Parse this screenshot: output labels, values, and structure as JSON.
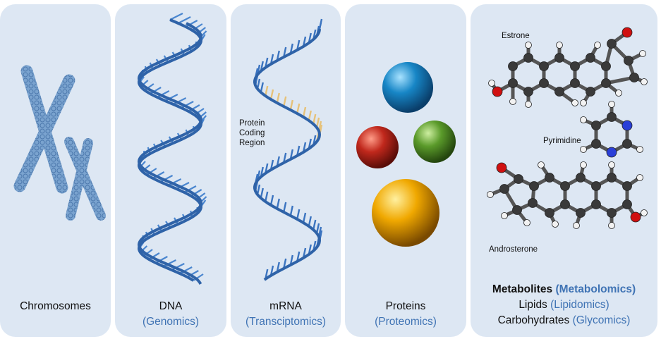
{
  "panels": {
    "chromosomes": {
      "title": "Chromosomes"
    },
    "dna": {
      "title": "DNA",
      "subtitle": "(Genomics)"
    },
    "mrna": {
      "title": "mRNA",
      "subtitle": "(Transciptomics)",
      "annotation_lines": [
        "Protein",
        "Coding",
        "Region"
      ]
    },
    "proteins": {
      "title": "Proteins",
      "subtitle": "(Proteomics)"
    },
    "metabolites": {
      "title": "Metabolites",
      "title_sub": "(Metabolomics)",
      "line2": "Lipids",
      "line2_sub": "(Lipidomics)",
      "line3": "Carbohydrates",
      "line3_sub": "(Glycomics)",
      "molecules": [
        "Estrone",
        "Pyrimidine",
        "Androsterone"
      ]
    }
  },
  "colors": {
    "panel_bg": "#dde7f3",
    "accent_text": "#3f73b4",
    "helix": "#3b74c0",
    "coding_region": "#e6c27a",
    "protein_blue": "#1786c6",
    "protein_red": "#c0281c",
    "protein_green": "#5a9a2a",
    "protein_yellow": "#f0a800",
    "atom_carbon": "#3a3a3a",
    "atom_hydrogen": "#f2f2f2",
    "atom_oxygen": "#d01010",
    "atom_nitrogen": "#2a3fd8"
  }
}
